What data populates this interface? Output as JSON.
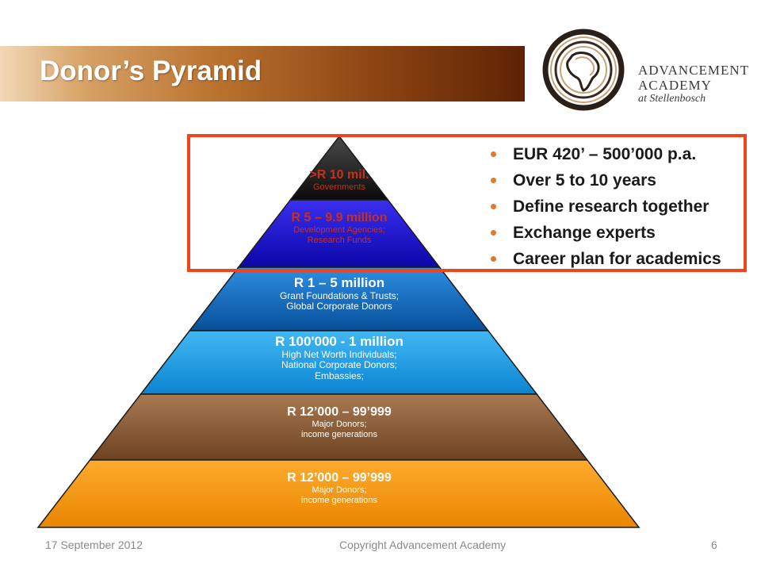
{
  "slide": {
    "title": "Donor’s Pyramid"
  },
  "logo": {
    "line1": "ADVANCEMENT",
    "line2": "ACADEMY",
    "line3": "at Stellenbosch"
  },
  "pyramid": {
    "tiers": [
      {
        "amount": ">R 10 mil.",
        "desc": [
          "Governments"
        ],
        "color": "#111111"
      },
      {
        "amount": "R 5 – 9.9 million",
        "desc": [
          "Development Agencies;",
          "Research Funds"
        ],
        "color": "#1a0fc9"
      },
      {
        "amount": "R 1 – 5 million",
        "desc": [
          "Grant Foundations & Trusts;",
          "Global Corporate Donors"
        ],
        "color": "#0b67bf"
      },
      {
        "amount": "R 100'000  - 1 million",
        "desc": [
          "High Net Worth Individuals;",
          "National Corporate Donors;",
          "Embassies;"
        ],
        "color": "#149ee4"
      },
      {
        "amount": "R 12’000 – 99’999",
        "desc": [
          "Major Donors;",
          "income generations"
        ],
        "color": "#8a5a35"
      },
      {
        "amount": "R 12’000 – 99’999",
        "desc": [
          "Major Donors;",
          "income generations"
        ],
        "color": "#f0900c"
      }
    ]
  },
  "highlight": {
    "bullets": [
      "EUR 420’ – 500’000 p.a.",
      "Over 5 to 10 years",
      "Define research together",
      "Exchange experts",
      "Career plan for academics"
    ],
    "border_color": "#f0441c"
  },
  "footer": {
    "date": "17 September 2012",
    "copyright": "Copyright Advancement Academy",
    "page": "6"
  }
}
